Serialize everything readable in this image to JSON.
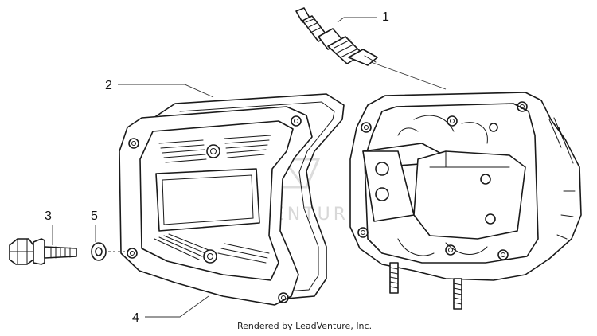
{
  "callouts": [
    {
      "number": "1",
      "part": "spark-plug"
    },
    {
      "number": "2",
      "part": "gasket"
    },
    {
      "number": "3",
      "part": "bolt"
    },
    {
      "number": "4",
      "part": "valve-cover"
    },
    {
      "number": "5",
      "part": "washer"
    }
  ],
  "watermark": "LEADVENTURE",
  "footer": "Rendered by LeadVenture, Inc."
}
